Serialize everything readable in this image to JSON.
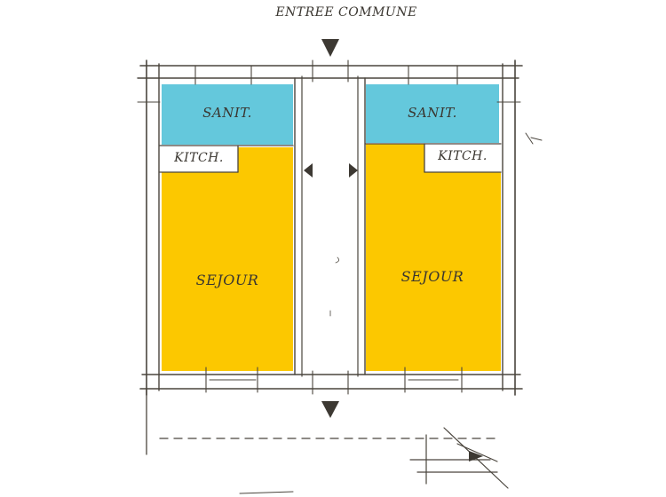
{
  "labels": {
    "title": "ENTREE COMMUNE",
    "left_bath": "SANIT.",
    "right_bath": "SANIT.",
    "left_kitchen": "KITCH.",
    "right_kitchen": "KITCH.",
    "left_living": "SEJOUR",
    "right_living": "SEJOUR"
  },
  "colors": {
    "sanitary": "#64c8dc",
    "living": "#fcc800",
    "line": "#4a453d",
    "paper": "#ffffff"
  },
  "icons": {
    "entry_marker": "arrow-down-icon",
    "exit_marker": "arrow-down-icon",
    "door_left": "arrow-left-icon",
    "door_right": "arrow-right-icon"
  }
}
